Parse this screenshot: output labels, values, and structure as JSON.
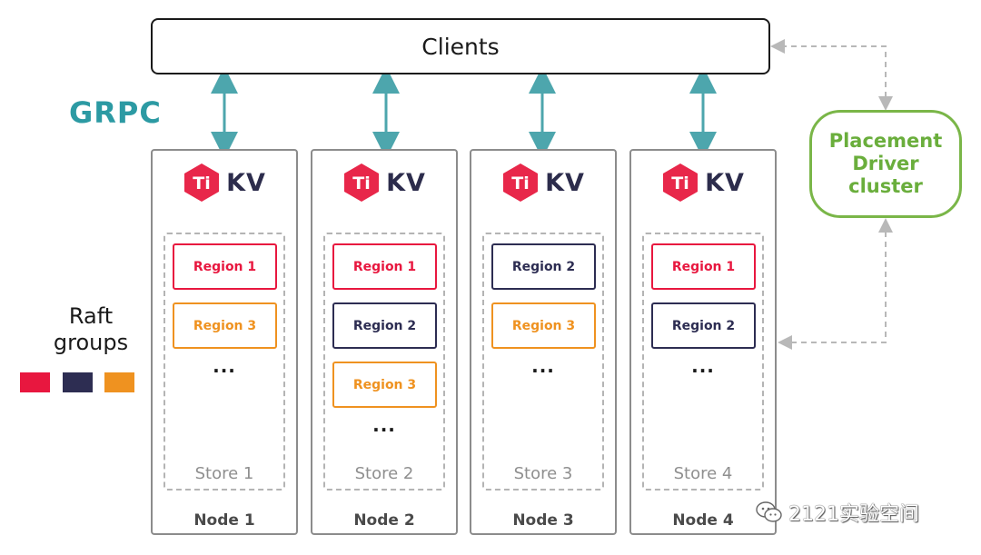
{
  "clients": {
    "label": "Clients"
  },
  "grpc": {
    "label": "GRPC"
  },
  "tikv_logo": {
    "text": "KV",
    "mark_text": "Ti",
    "mark_color": "#e8274a"
  },
  "nodes": [
    {
      "label": "Node 1",
      "store": "Store 1",
      "regions": [
        {
          "label": "Region 1",
          "group": "red"
        },
        {
          "label": "Region 3",
          "group": "orange"
        }
      ],
      "ellipsis": "..."
    },
    {
      "label": "Node 2",
      "store": "Store 2",
      "regions": [
        {
          "label": "Region 1",
          "group": "red"
        },
        {
          "label": "Region 2",
          "group": "navy"
        },
        {
          "label": "Region 3",
          "group": "orange"
        }
      ],
      "ellipsis": "..."
    },
    {
      "label": "Node 3",
      "store": "Store 3",
      "regions": [
        {
          "label": "Region 2",
          "group": "navy"
        },
        {
          "label": "Region 3",
          "group": "orange"
        }
      ],
      "ellipsis": "..."
    },
    {
      "label": "Node 4",
      "store": "Store 4",
      "regions": [
        {
          "label": "Region 1",
          "group": "red"
        },
        {
          "label": "Region 2",
          "group": "navy"
        }
      ],
      "ellipsis": "..."
    }
  ],
  "placement_driver": {
    "line1": "Placement",
    "line2": "Driver",
    "line3": "cluster"
  },
  "legend": {
    "title_line1": "Raft",
    "title_line2": "groups",
    "swatches": [
      {
        "group": "red",
        "color": "#e8173f"
      },
      {
        "group": "navy",
        "color": "#2d2d52"
      },
      {
        "group": "orange",
        "color": "#ef9220"
      }
    ]
  },
  "colors": {
    "red": "#e8173f",
    "navy": "#2d2d52",
    "orange": "#ef9220",
    "arrow": "#4da6ad",
    "dashed": "#b8b8b8",
    "pd_green": "#7ab648"
  },
  "watermark": {
    "text": "2121实验空间",
    "icon": "wechat-icon"
  }
}
